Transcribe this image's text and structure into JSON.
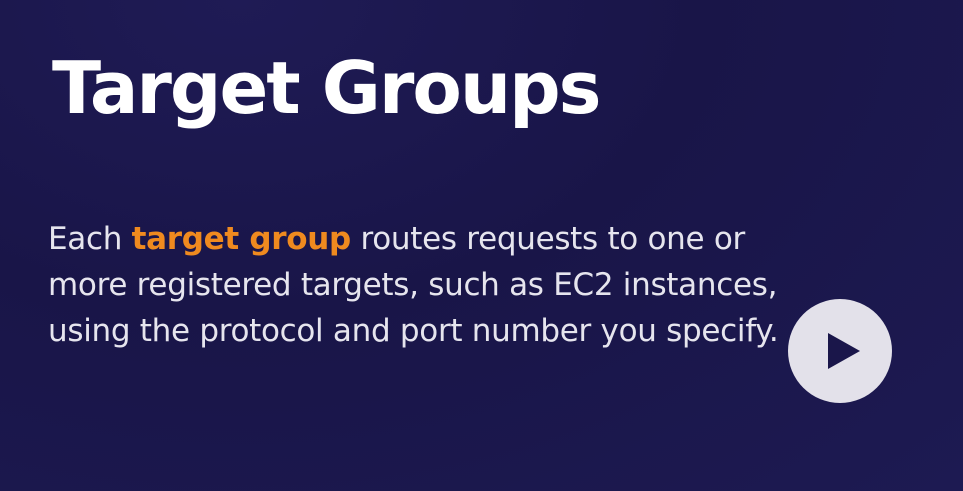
{
  "slide": {
    "title": "Target Groups",
    "description": {
      "before": "Each ",
      "highlight": "target group",
      "after": " routes requests to one or more registered targets, such as EC2 instances, using the protocol and port number you specify."
    }
  },
  "controls": {
    "play_icon": "play-icon"
  },
  "colors": {
    "background": "#1a164a",
    "title": "#ffffff",
    "text": "#e6e5ee",
    "highlight": "#ef8a1f",
    "play_button": "#e3e1ea",
    "play_glyph": "#1a164a"
  }
}
